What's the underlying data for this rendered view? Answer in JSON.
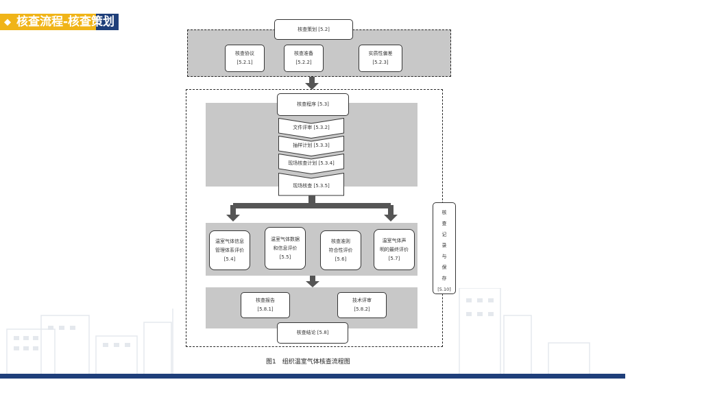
{
  "header": {
    "title": "核查流程-核查策划",
    "marker": "◆"
  },
  "flow": {
    "planning_top": "核查策划 [5.2]",
    "planning": [
      {
        "line1": "核查协议",
        "line2": "[5.2.1]"
      },
      {
        "line1": "核查准备",
        "line2": "[5.2.2]"
      },
      {
        "line1": "实质性偏差",
        "line2": "[5.2.3]"
      }
    ],
    "procedure_top": "核查程序 [5.3]",
    "steps": [
      "文件评审 [5.3.2]",
      "抽样计划 [5.3.3]",
      "现场核查计划 [5.3.4]",
      "现场核查 [5.3.5]"
    ],
    "evaluations": [
      {
        "line1": "温室气体信息",
        "line2": "管理体系评价",
        "line3": "[5.4]"
      },
      {
        "line1": "温室气体数据",
        "line2": "和信息评价",
        "line3": "[5.5]"
      },
      {
        "line1": "核查准则",
        "line2": "符合性评价",
        "line3": "[5.6]"
      },
      {
        "line1": "温室气体声",
        "line2": "明的最终评价",
        "line3": "[5.7]"
      }
    ],
    "reports": [
      {
        "line1": "核查报告",
        "line2": "[5.8.1]"
      },
      {
        "line1": "技术评审",
        "line2": "[5.8.2]"
      }
    ],
    "conclusion": "核查结论 [5.8]",
    "side_record": [
      "核",
      "查",
      "记",
      "录",
      "与",
      "保",
      "存",
      "[5.10]"
    ]
  },
  "caption": "图1　组织温室气体核查流程图",
  "colors": {
    "accent_yellow": "#f0b418",
    "brand_blue": "#1f3f7a",
    "panel_gray": "#c8c8c8",
    "arrow_gray": "#555555"
  }
}
